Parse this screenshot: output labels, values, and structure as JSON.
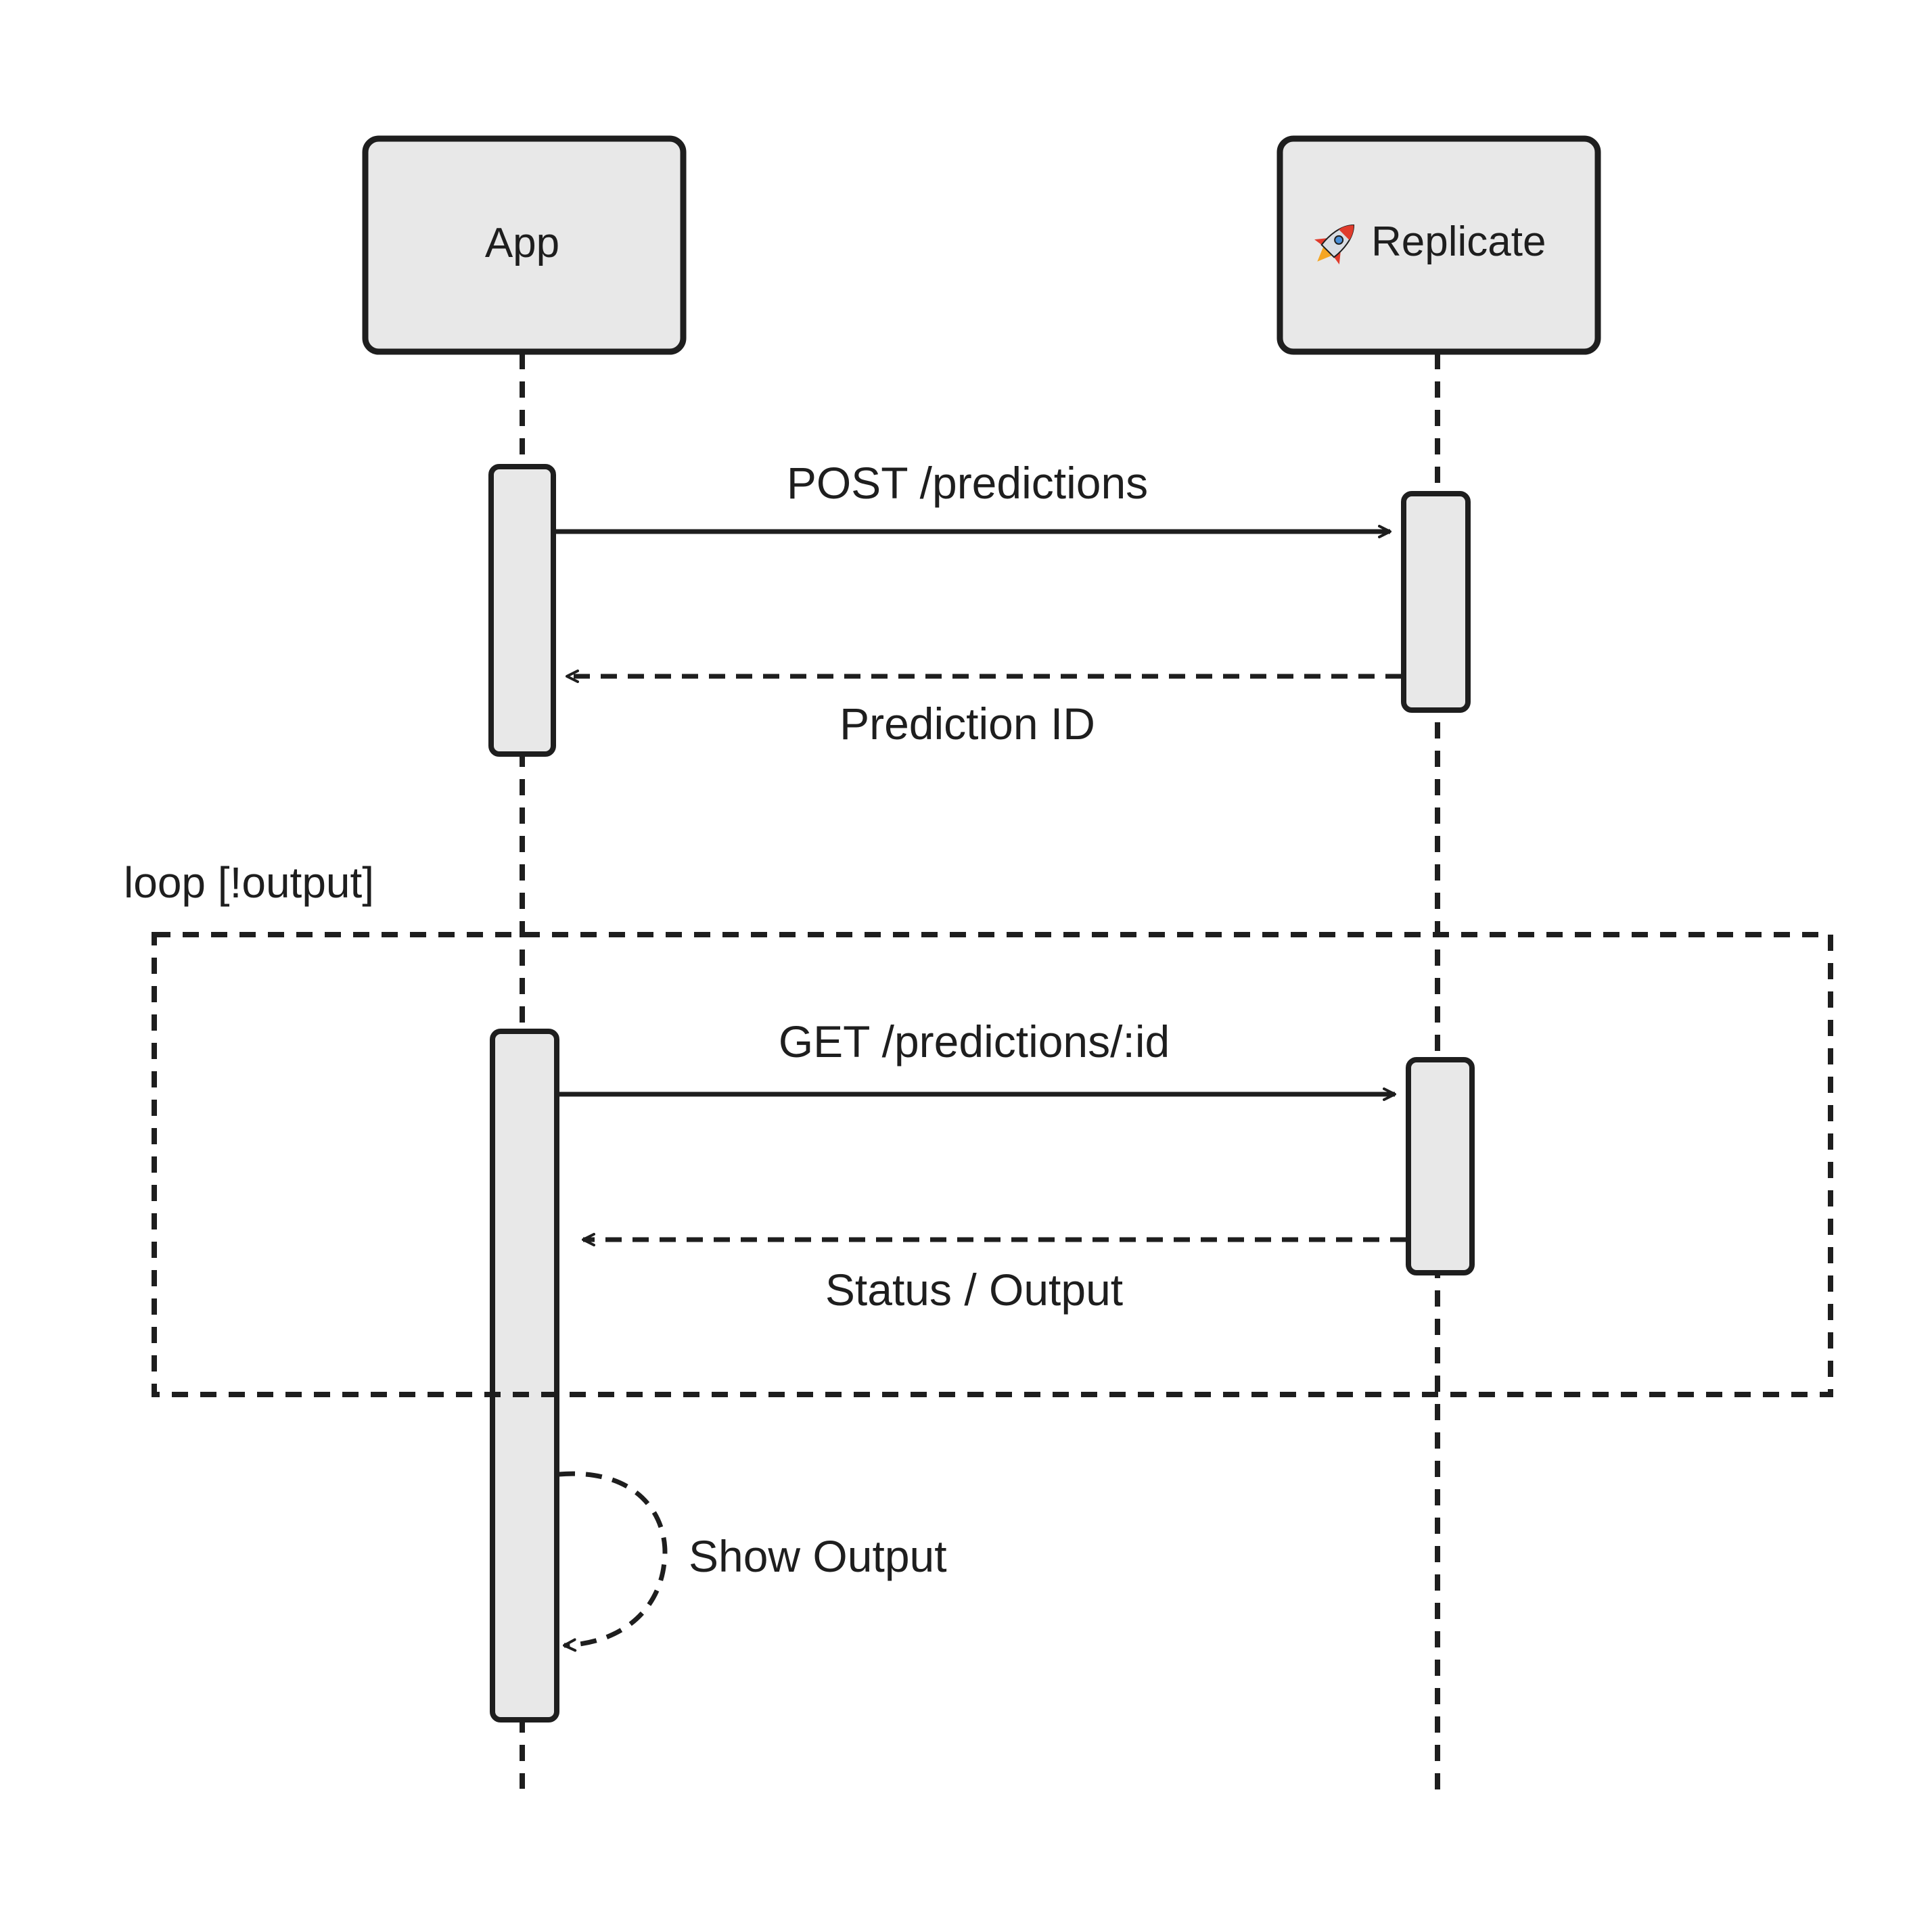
{
  "colors": {
    "stroke": "#1e1e1e",
    "box_fill": "#e8e8e8",
    "background": "#ffffff",
    "rocket_body": "#d9dde3",
    "rocket_fin": "#e03b2c",
    "rocket_flame": "#f5a623",
    "rocket_window": "#4a90d9"
  },
  "participants": [
    {
      "id": "app",
      "label": "App"
    },
    {
      "id": "replicate",
      "label": "Replicate",
      "icon": "rocket-icon"
    }
  ],
  "messages": [
    {
      "id": "post",
      "from": "App",
      "to": "Replicate",
      "label": "POST /predictions",
      "style": "solid"
    },
    {
      "id": "prediction-id",
      "from": "Replicate",
      "to": "App",
      "label": "Prediction ID",
      "style": "dashed"
    },
    {
      "id": "get",
      "from": "App",
      "to": "Replicate",
      "label": "GET /predictions/:id",
      "style": "solid"
    },
    {
      "id": "status",
      "from": "Replicate",
      "to": "App",
      "label": "Status / Output",
      "style": "dashed"
    },
    {
      "id": "show",
      "from": "App",
      "to": "App",
      "label": "Show Output",
      "style": "dashed"
    }
  ],
  "loop": {
    "label": "loop [!output]"
  }
}
